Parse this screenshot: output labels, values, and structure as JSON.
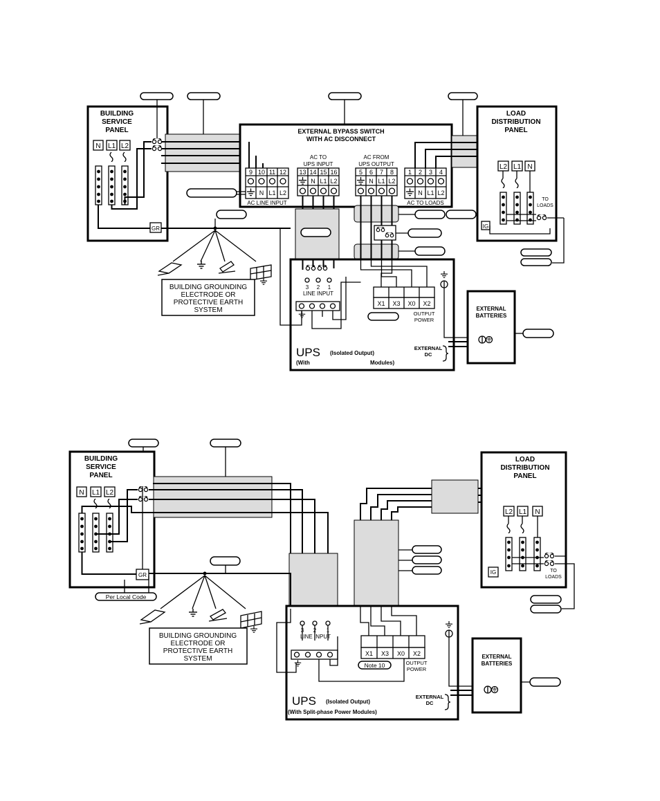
{
  "diagram_top": {
    "building_service_panel": [
      "BUILDING",
      "SERVICE",
      "PANEL"
    ],
    "service_terminals": [
      "N",
      "L1",
      "L2"
    ],
    "gr_label": "GR",
    "bypass_title": [
      "EXTERNAL BYPASS SWITCH",
      "WITH AC DISCONNECT"
    ],
    "ac_line_input_nums": [
      "9",
      "10",
      "11",
      "12"
    ],
    "ac_line_input_lower": [
      "N",
      "L1",
      "L2"
    ],
    "ac_line_input_label": "AC LINE INPUT",
    "ac_to_ups_input_label": [
      "AC TO",
      "UPS INPUT"
    ],
    "ac_to_ups_nums": [
      "13",
      "14",
      "15",
      "16"
    ],
    "ac_to_ups_lower": [
      "N",
      "L1",
      "L2"
    ],
    "ac_from_ups_output_label": [
      "AC FROM",
      "UPS OUTPUT"
    ],
    "ac_from_ups_nums": [
      "5",
      "6",
      "7",
      "8"
    ],
    "ac_from_ups_lower": [
      "N",
      "L1",
      "L2"
    ],
    "ac_to_loads_nums": [
      "1",
      "2",
      "3",
      "4"
    ],
    "ac_to_loads_lower": [
      "N",
      "L1",
      "L2"
    ],
    "ac_to_loads_label": "AC TO LOADS",
    "load_panel": [
      "LOAD",
      "DISTRIBUTION",
      "PANEL"
    ],
    "load_terminals": [
      "L2",
      "L1",
      "N"
    ],
    "to_loads": [
      "TO",
      "LOADS"
    ],
    "ig_label": "IG",
    "grounding_electrode": [
      "BUILDING GROUNDING",
      "ELECTRODE OR",
      "PROTECTIVE EARTH",
      "SYSTEM"
    ],
    "line_input_nums": [
      "3",
      "2",
      "1"
    ],
    "line_input_label": "LINE INPUT",
    "output_terminals": [
      "X1",
      "X3",
      "X0",
      "X2"
    ],
    "output_power": [
      "OUTPUT",
      "POWER"
    ],
    "external_dc": [
      "EXTERNAL",
      "DC"
    ],
    "external_batteries": [
      "EXTERNAL",
      "BATTERIES"
    ],
    "ups_title": "UPS",
    "ups_isolated": "(Isolated  Output)",
    "ups_with": "(With",
    "ups_modules": "Modules)"
  },
  "diagram_bottom": {
    "building_service_panel": [
      "BUILDING",
      "SERVICE",
      "PANEL"
    ],
    "service_terminals": [
      "N",
      "L1",
      "L2"
    ],
    "gr_label": "GR",
    "per_local_code": "Per  Local  Code",
    "load_panel": [
      "LOAD",
      "DISTRIBUTION",
      "PANEL"
    ],
    "load_terminals": [
      "L2",
      "L1",
      "N"
    ],
    "to_loads": [
      "TO",
      "LOADS"
    ],
    "ig_label": "IG",
    "grounding_electrode": [
      "BUILDING GROUNDING",
      "ELECTRODE OR",
      "PROTECTIVE EARTH",
      "SYSTEM"
    ],
    "line_input_nums": [
      "3",
      "2",
      "1"
    ],
    "line_input_label": "LINE INPUT",
    "output_terminals": [
      "X1",
      "X3",
      "X0",
      "X2"
    ],
    "note_10": "Note  10",
    "output_power": [
      "OUTPUT",
      "POWER"
    ],
    "external_dc": [
      "EXTERNAL",
      "DC"
    ],
    "external_batteries": [
      "EXTERNAL",
      "BATTERIES"
    ],
    "ups_title": "UPS",
    "ups_isolated": "(Isolated  Output)",
    "ups_with_split": "(With Split-phase  Power Modules)"
  }
}
